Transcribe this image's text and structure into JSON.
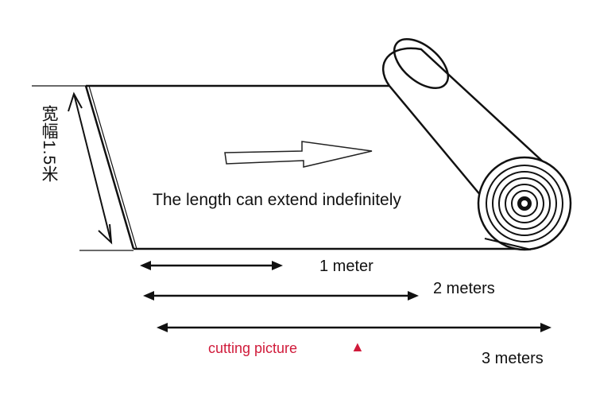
{
  "roll_description": "The length can extend indefinitely",
  "width_label": "宽幅1.5米",
  "measures": [
    {
      "label": "1 meter"
    },
    {
      "label": "2 meters"
    },
    {
      "label": "3 meters"
    }
  ],
  "cutting_label": "cutting picture",
  "cutting_mark": "▲",
  "colors": {
    "stroke": "#111111",
    "accent": "#d01a3a",
    "background": "#ffffff"
  }
}
